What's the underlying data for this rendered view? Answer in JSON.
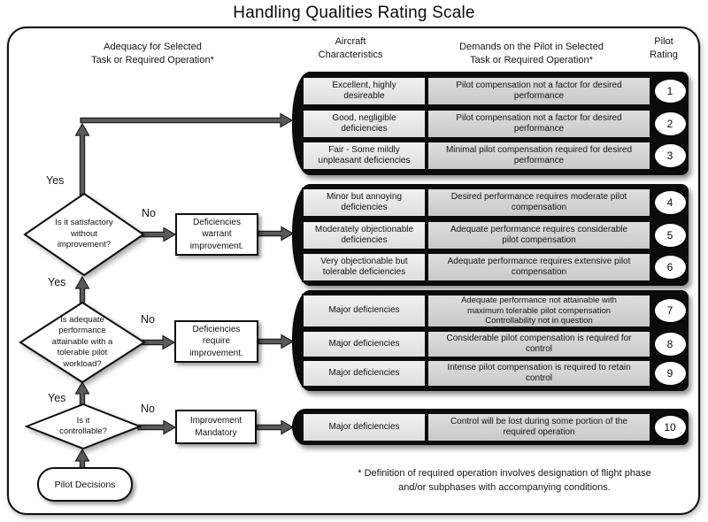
{
  "title": "Handling Qualities Rating Scale",
  "headers": {
    "adequacy": "Adequacy for Selected\nTask or Required  Operation*",
    "aircraft": "Aircraft\nCharacteristics",
    "demands": "Demands on the Pilot in Selected\nTask or Required Operation*",
    "rating": "Pilot\nRating"
  },
  "flow": {
    "start": "Pilot Decisions",
    "yes_labels": [
      "Yes",
      "Yes",
      "Yes"
    ],
    "no_labels": [
      "No",
      "No",
      "No"
    ],
    "diamonds": [
      {
        "text": "Is it satisfactory\nwithout\nimprovement?"
      },
      {
        "text": "Is adequate\nperformance\nattainable with a\ntolerable pilot\nworkload?"
      },
      {
        "text": "Is it\ncontrollable?"
      }
    ],
    "boxes": [
      {
        "text": "Deficiencies\nwarrant\nimprovement."
      },
      {
        "text": "Deficiencies\nrequire\nimprovement."
      },
      {
        "text": "Improvement\nMandatory"
      }
    ]
  },
  "rows": [
    {
      "characteristics": "Excellent, highly\ndesireable",
      "demands": "Pilot compensation not a factor for desired\nperformance",
      "rating": "1"
    },
    {
      "characteristics": "Good, negligible\ndeficiencies",
      "demands": "Pilot compensation not a factor for desired\nperformance",
      "rating": "2"
    },
    {
      "characteristics": "Fair - Some mildly\nunpleasant deficiencies",
      "demands": "Minimal pilot compensation required for desired\nperformance",
      "rating": "3"
    },
    {
      "characteristics": "Minor but annoying\ndeficiencies",
      "demands": "Desired performance requires moderate pilot\ncompensation",
      "rating": "4"
    },
    {
      "characteristics": "Moderately objectionable\ndeficiencies",
      "demands": "Adequate performance requires considerable\npilot compensation",
      "rating": "5"
    },
    {
      "characteristics": "Very objectionable but\ntolerable deficiencies",
      "demands": "Adequate performance requires extensive pilot\ncompensation",
      "rating": "6"
    },
    {
      "characteristics": "Major deficiencies",
      "demands": "Adequate performance not attainable with\nmaximum tolerable pilot compensation\nControllability not in question",
      "rating": "7"
    },
    {
      "characteristics": "Major deficiencies",
      "demands": "Considerable pilot compensation is required for\ncontrol",
      "rating": "8"
    },
    {
      "characteristics": "Major deficiencies",
      "demands": "Intense pilot compensation is required to retain\ncontrol",
      "rating": "9"
    },
    {
      "characteristics": "Major deficiencies",
      "demands": "Control will be lost during some portion of the\nrequired operation",
      "rating": "10"
    }
  ],
  "footnote": "* Definition of required operation involves designation of flight phase\nand/or subphases with accompanying conditions.",
  "colors": {
    "arrow_fill": "#5a5a5a",
    "arrow_stroke": "#1f1f1f",
    "group_background": "#0b0b0b",
    "cell_light": "#e9e9e9",
    "cell_dark": "#d2d2d2"
  }
}
